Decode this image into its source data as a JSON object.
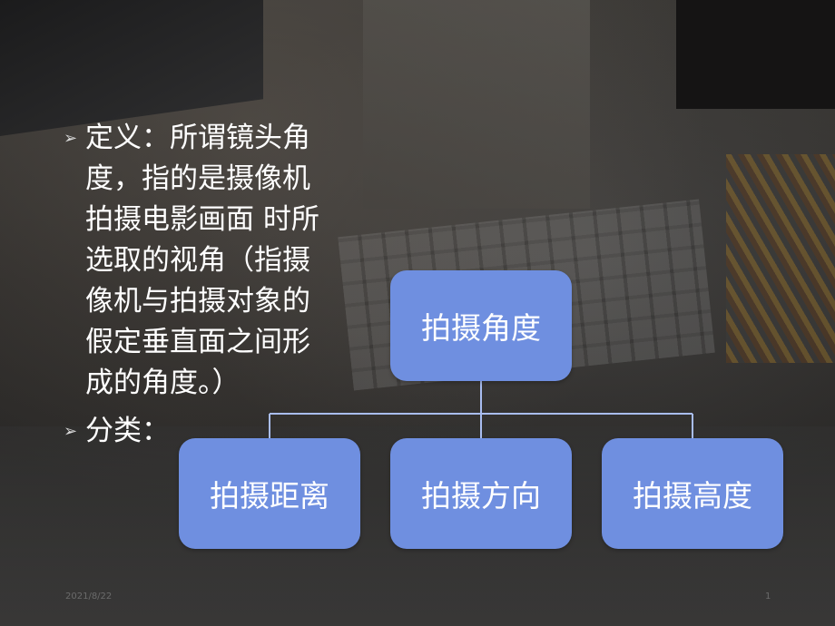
{
  "bullets": [
    {
      "lines": [
        "定义：所谓镜头角",
        "度，指的是摄像机",
        "拍摄电影画面  时所",
        "选取的视角（指摄",
        "像机与拍摄对象的",
        "假定垂直面之间形",
        "成的角度。）"
      ]
    },
    {
      "lines": [
        "分类："
      ]
    }
  ],
  "diagram": {
    "root": "拍摄角度",
    "children": [
      "拍摄距离",
      "拍摄方向",
      "拍摄高度"
    ],
    "box_color": "#6f8fe0",
    "line_color": "#a9bdf0"
  },
  "footer": {
    "date": "2021/8/22",
    "page": "1"
  },
  "icons": {
    "bullet": "right-arrow-bullet-icon"
  }
}
